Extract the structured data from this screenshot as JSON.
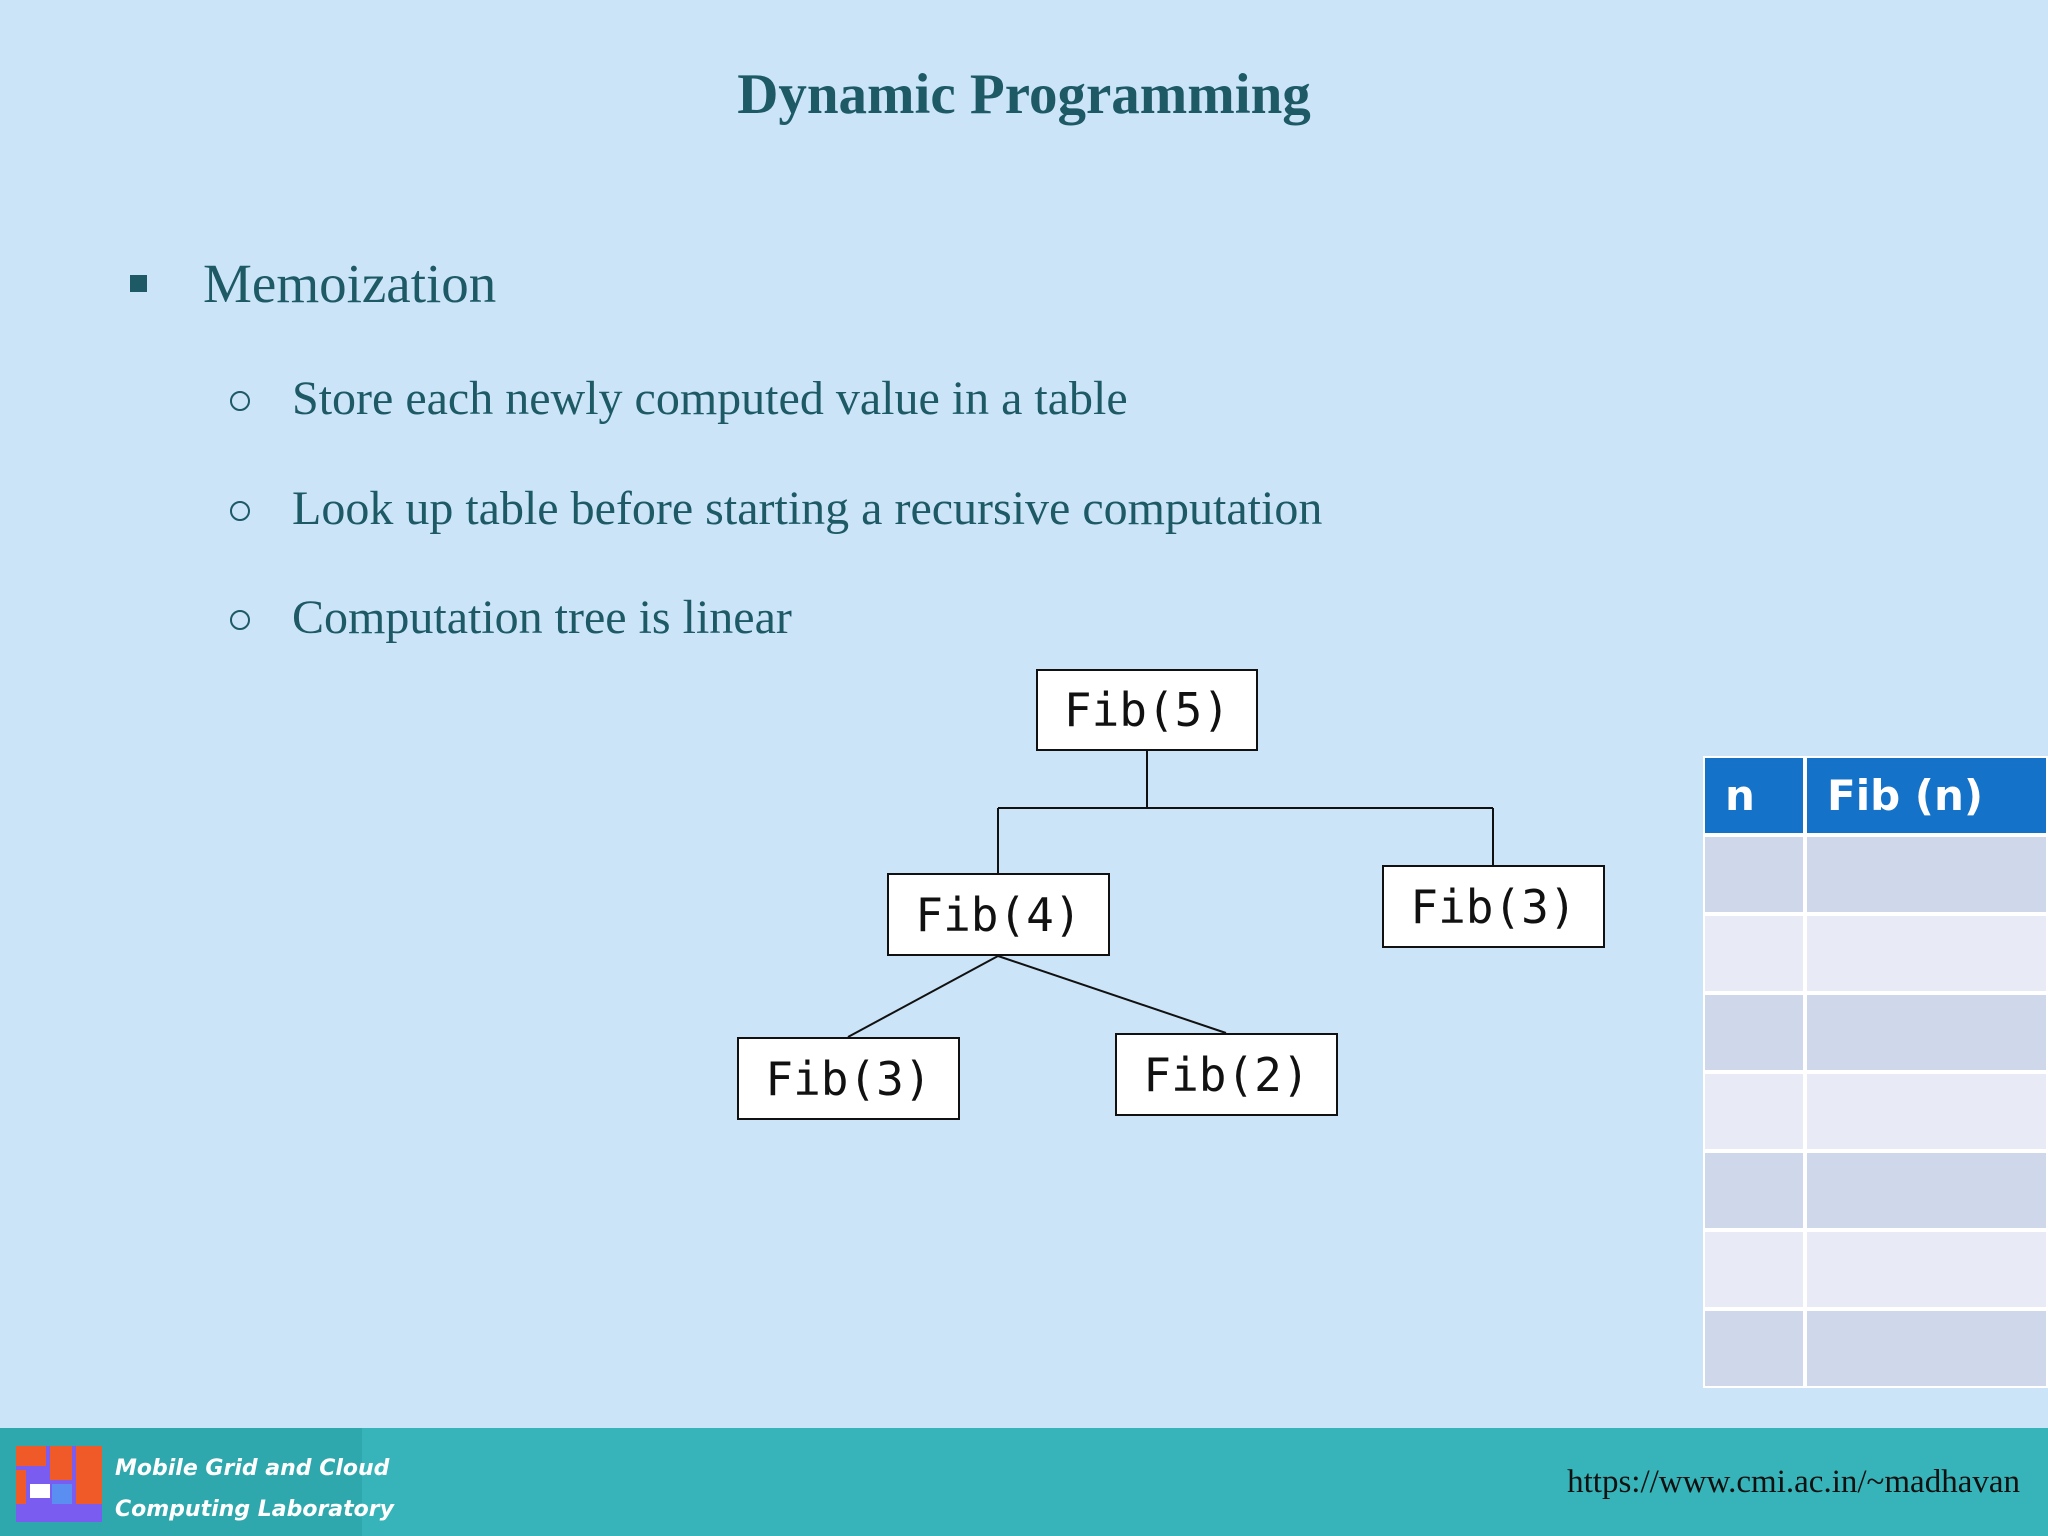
{
  "slide": {
    "title": "Dynamic Programming"
  },
  "bullets": {
    "main": "Memoization",
    "sub": [
      "Store each newly computed value in a table",
      "Look up table before starting a recursive computation",
      "Computation tree is linear"
    ]
  },
  "tree": {
    "root": "Fib(5)",
    "left": "Fib(4)",
    "right": "Fib(3)",
    "left_left": "Fib(3)",
    "left_right": "Fib(2)"
  },
  "table": {
    "headers": [
      "n",
      "Fib (n)"
    ],
    "row_count": 7
  },
  "footer": {
    "logo_line1": "Mobile Grid and Cloud",
    "logo_line2": "Computing Laboratory",
    "url": "https://www.cmi.ac.in/~madhavan"
  },
  "colors": {
    "background": "#cbe4f8",
    "title_text": "#1d5a65",
    "table_header": "#1473c8",
    "footer": "#36b4b9"
  }
}
